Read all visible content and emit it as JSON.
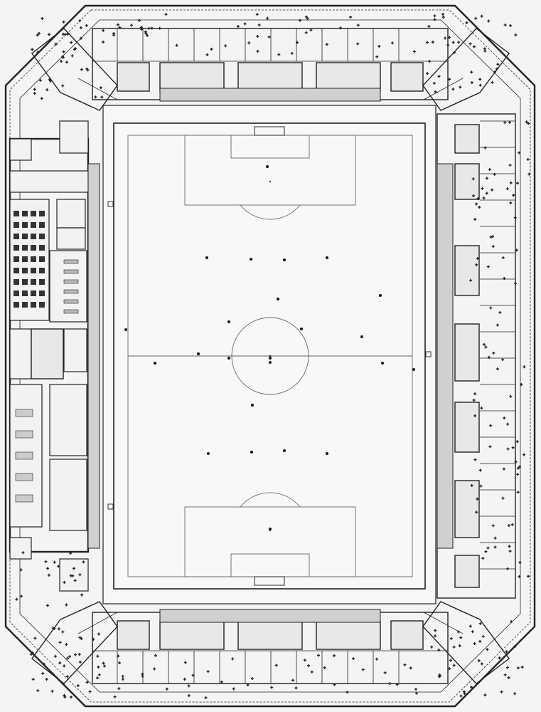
{
  "plan": {
    "colors": {
      "background": "#f4f4f4",
      "pitch": "#f8f8f8",
      "line": "#222222",
      "stand": "#d8d8d8"
    },
    "elements": [
      "outer-boundary",
      "main-stand-west",
      "east-stand",
      "north-stand",
      "south-stand",
      "corner-towers",
      "pitch",
      "halfway-line",
      "center-circle",
      "penalty-areas",
      "goal-areas",
      "goals",
      "players",
      "trees"
    ]
  }
}
